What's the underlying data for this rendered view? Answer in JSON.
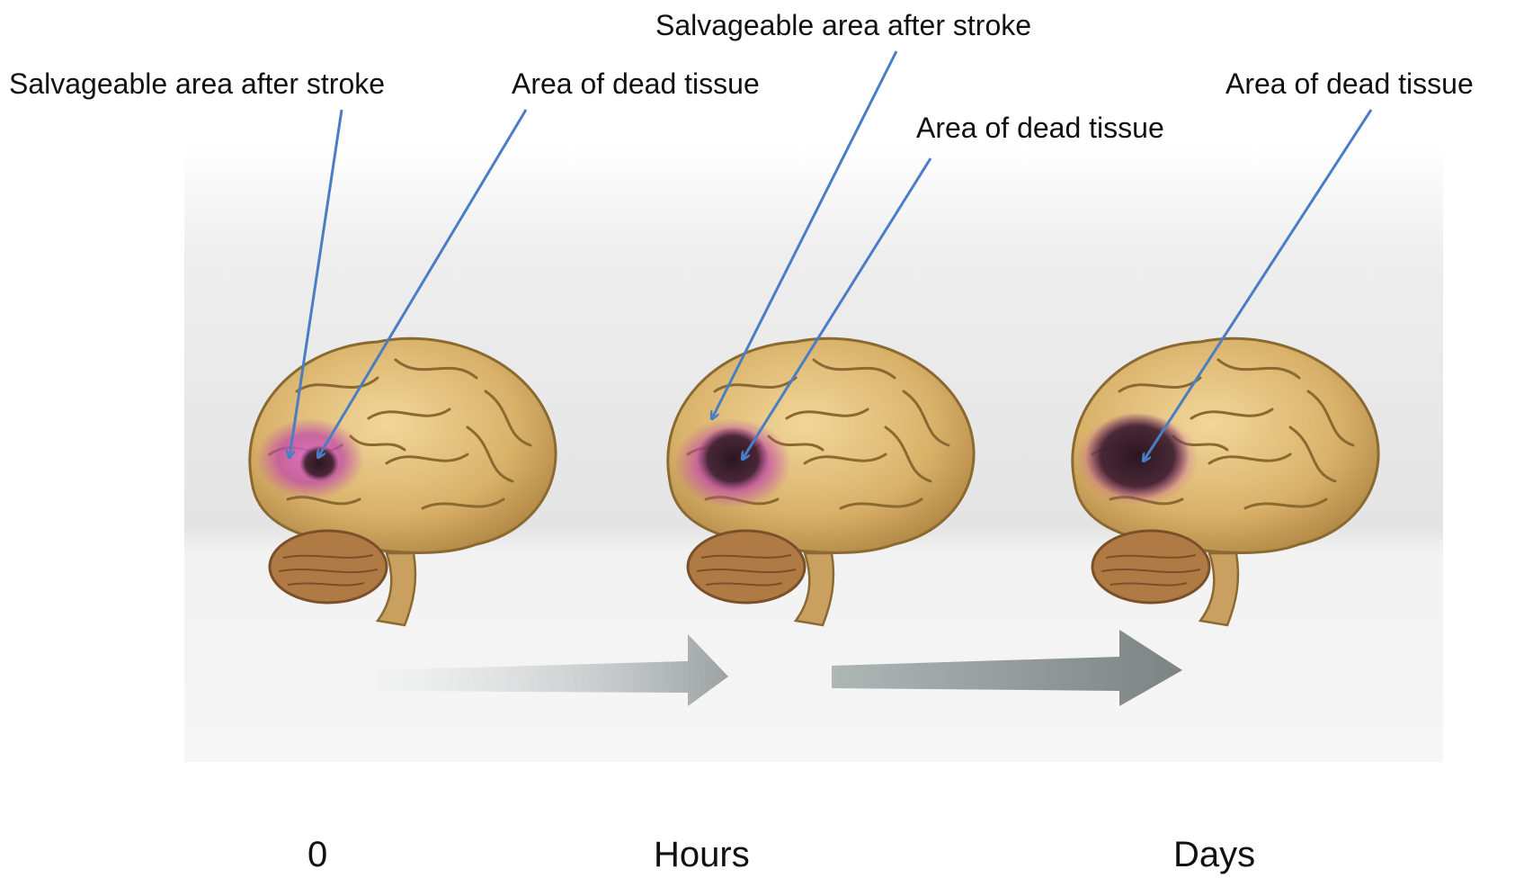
{
  "labels": {
    "stage0_salvageable": "Salvageable area after stroke",
    "stage0_dead": "Area of dead tissue",
    "stage1_salvageable": "Salvageable area after stroke",
    "stage1_dead": "Area of dead tissue",
    "stage2_dead": "Area of dead tissue"
  },
  "timeline": {
    "t0": "0",
    "t1": "Hours",
    "t2": "Days"
  },
  "colors": {
    "callout_arrow": "#4a7ec4",
    "brain_base": "#d9b26a",
    "brain_fold": "#8a6a30",
    "salvageable": "#c04aa8",
    "dead_tissue": "#3a1f2a",
    "progress_arrow": "#8c9494"
  },
  "icons": {
    "brain": "brain-illustration",
    "progress": "right-arrow"
  }
}
